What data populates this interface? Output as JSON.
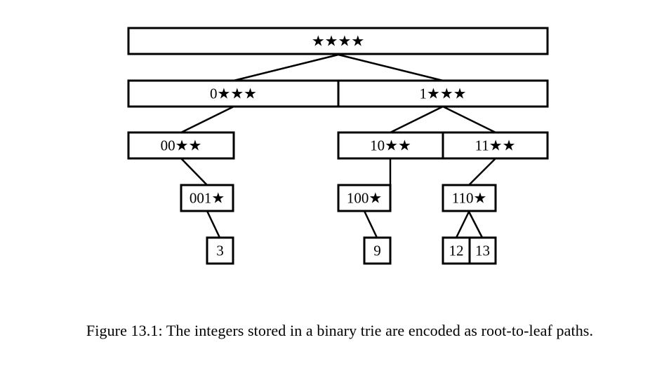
{
  "diagram": {
    "nodes": [
      {
        "id": "root",
        "cells": [
          "★★★★"
        ]
      },
      {
        "id": "n0-1",
        "cells": [
          "0★★★",
          "1★★★"
        ]
      },
      {
        "id": "n00",
        "cells": [
          "00★★"
        ]
      },
      {
        "id": "n10-11",
        "cells": [
          "10★★",
          "11★★"
        ]
      },
      {
        "id": "n001",
        "cells": [
          "001★"
        ]
      },
      {
        "id": "n100",
        "cells": [
          "100★"
        ]
      },
      {
        "id": "n110",
        "cells": [
          "110★"
        ]
      },
      {
        "id": "leaf3",
        "cells": [
          "3"
        ]
      },
      {
        "id": "leaf9",
        "cells": [
          "9"
        ]
      },
      {
        "id": "leaf12-13",
        "cells": [
          "12",
          "13"
        ]
      }
    ],
    "edges": [
      {
        "from": "root",
        "to": "0★★★"
      },
      {
        "from": "root",
        "to": "1★★★"
      },
      {
        "from": "0★★★",
        "to": "00★★"
      },
      {
        "from": "1★★★",
        "to": "10★★"
      },
      {
        "from": "1★★★",
        "to": "11★★"
      },
      {
        "from": "00★★",
        "to": "001★"
      },
      {
        "from": "10★★",
        "to": "100★"
      },
      {
        "from": "11★★",
        "to": "110★"
      },
      {
        "from": "001★",
        "to": "3"
      },
      {
        "from": "100★",
        "to": "9"
      },
      {
        "from": "110★",
        "to": "12"
      },
      {
        "from": "110★",
        "to": "13"
      }
    ]
  },
  "caption": "Figure 13.1: The integers stored in a binary trie are encoded as root-to-leaf paths."
}
